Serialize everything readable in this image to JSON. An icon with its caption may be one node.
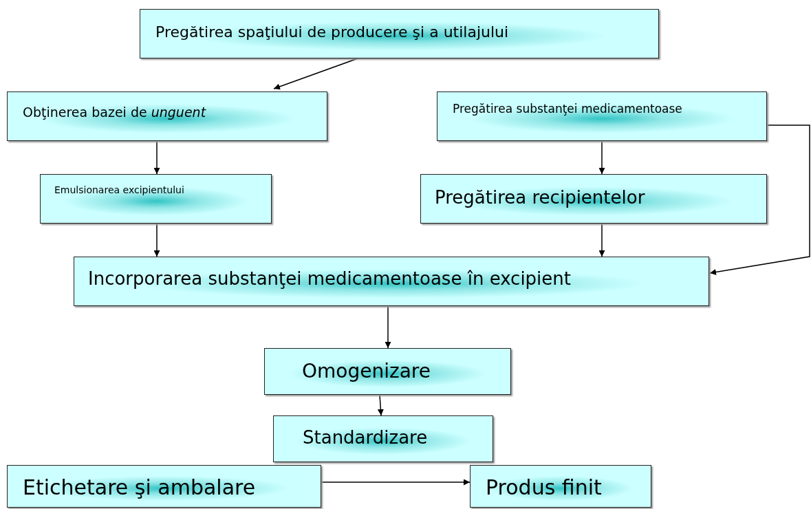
{
  "diagram": {
    "nodes": [
      {
        "text": [
          "Pregătirea spaţiului de producere şi a utilajului"
        ]
      },
      {
        "text": [
          "Obţinerea bazei de *unguent*"
        ]
      },
      {
        "text": [
          "Pregătirea substanţei medicamentoase"
        ]
      },
      {
        "text": [
          "Emulsionarea excipientului"
        ]
      },
      {
        "text": [
          "Pregătirea recipientelor"
        ]
      },
      {
        "text": [
          "Incorporarea substanţei medicamentoase în excipient"
        ]
      },
      {
        "text": [
          "Omogenizare"
        ]
      },
      {
        "text": [
          "Standardizare"
        ]
      },
      {
        "text": [
          "Etichetare şi ambalare"
        ]
      },
      {
        "text": [
          "Produs finit"
        ]
      }
    ],
    "edges": [
      {
        "from": 0,
        "to": 1,
        "arrow": "to"
      },
      {
        "from": 1,
        "to": 3,
        "arrow": "to"
      },
      {
        "from": 3,
        "to": 5,
        "arrow": "to"
      },
      {
        "from": 2,
        "to": 4,
        "arrow": "to"
      },
      {
        "from": 4,
        "to": 5,
        "arrow": "to"
      },
      {
        "from": 2,
        "to": 5,
        "arrow": "to"
      },
      {
        "from": 5,
        "to": 6,
        "arrow": "to"
      },
      {
        "from": 6,
        "to": 7,
        "arrow": "to"
      },
      {
        "from": 8,
        "to": 9,
        "arrow": "to"
      }
    ]
  }
}
